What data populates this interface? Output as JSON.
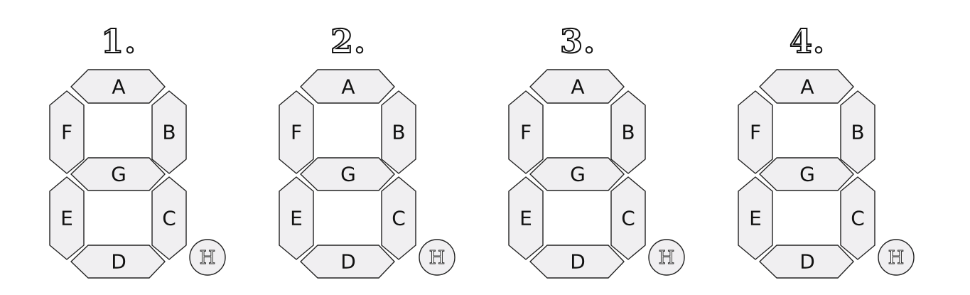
{
  "digits": [
    {
      "title": "1."
    },
    {
      "title": "2."
    },
    {
      "title": "3."
    },
    {
      "title": "4."
    }
  ],
  "segments": {
    "a": "A",
    "b": "B",
    "c": "C",
    "d": "D",
    "e": "E",
    "f": "F",
    "g": "G",
    "dp": "H"
  },
  "colors": {
    "segment_fill": "#f0eff1",
    "segment_stroke": "#222222",
    "label": "#111111"
  }
}
